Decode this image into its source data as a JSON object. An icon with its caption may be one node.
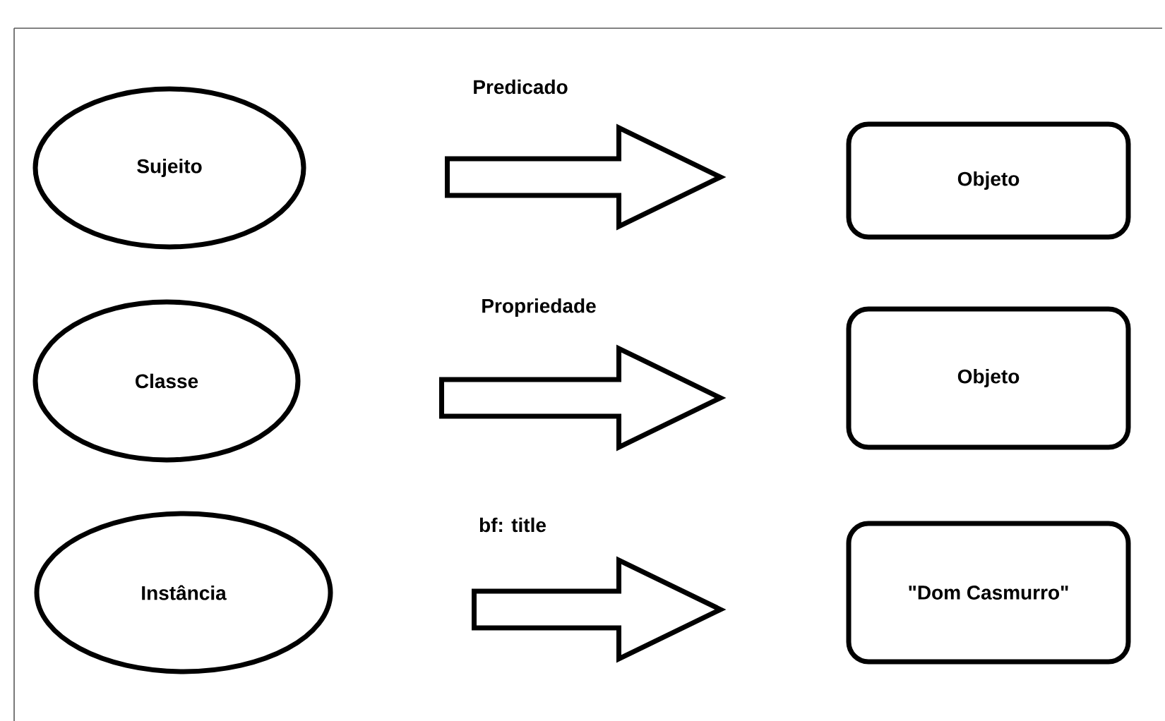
{
  "diagram": {
    "nodes": [
      {
        "text": [
          "Sujeito"
        ]
      },
      {
        "text": [
          "Objeto"
        ]
      },
      {
        "text": [
          "Classe"
        ]
      },
      {
        "text": [
          "Objeto"
        ]
      },
      {
        "text": [
          "Instância"
        ]
      },
      {
        "text": [
          "\"Dom Casmurro\""
        ]
      }
    ],
    "edges": [
      {
        "from": 0,
        "to": 1,
        "arrow": "to",
        "label": "Predicado"
      },
      {
        "from": 2,
        "to": 3,
        "arrow": "to",
        "label": "Propriedade"
      },
      {
        "from": 4,
        "to": 5,
        "arrow": "to",
        "label": "bf: title"
      }
    ]
  }
}
